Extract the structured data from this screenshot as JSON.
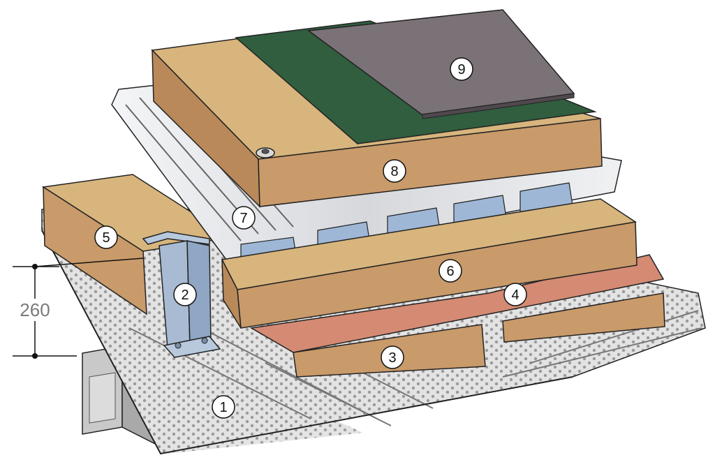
{
  "diagram": {
    "callouts": [
      "1",
      "2",
      "3",
      "4",
      "5",
      "6",
      "7",
      "8",
      "9"
    ],
    "dimension": {
      "value": "260"
    }
  },
  "colors": {
    "perforated_deck": "#e3e3e3",
    "perforation_dot": "#9a9a9a",
    "insulation_top": "#d7b57d",
    "insulation_front": "#c99a6a",
    "insulation_side": "#b9895a",
    "membrane_red": "#d48a73",
    "steel_deck": "#e6e7e9",
    "spacer_blue": "#9fb7d6",
    "green_membrane": "#305e3f",
    "grey_sheet": "#7b7278",
    "support_beam": "#c9c9c9",
    "outline": "#222222",
    "dimension_text": "#7a7a7a"
  }
}
